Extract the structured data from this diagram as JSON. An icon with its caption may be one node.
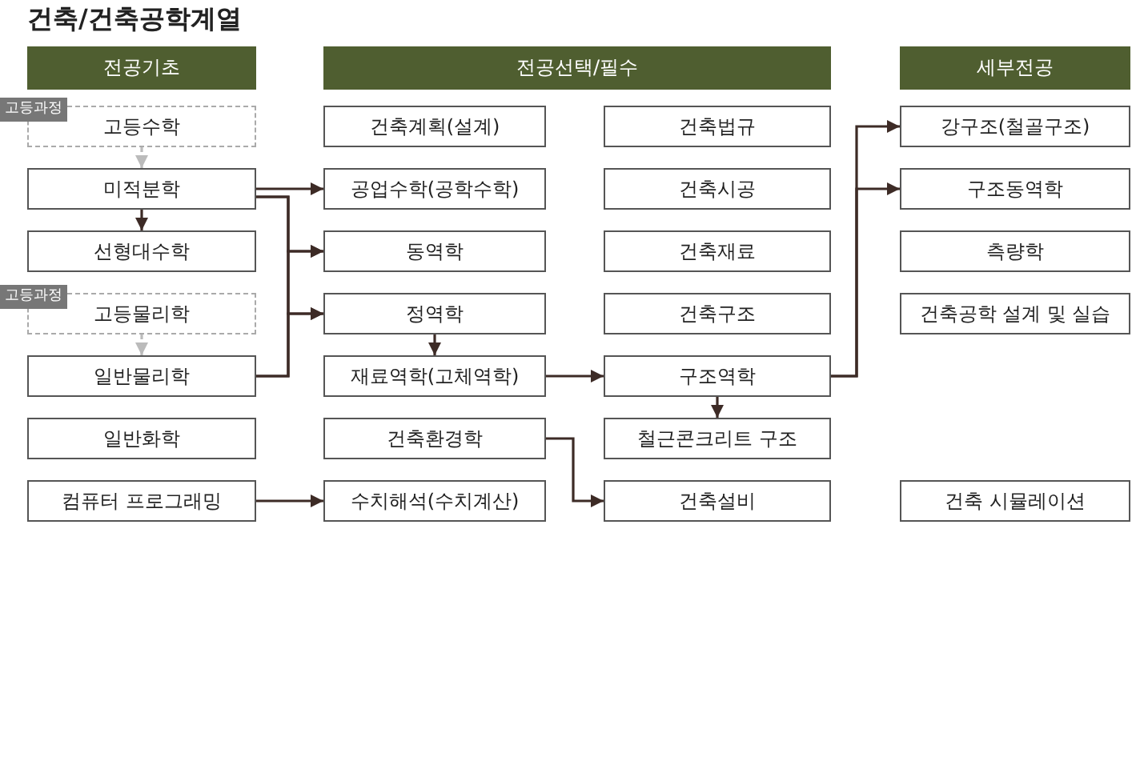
{
  "diagram": {
    "title": "건축/건축공학계열",
    "nodes": [
      {
        "text": [
          "전공기초"
        ]
      },
      {
        "text": [
          "전공선택/필수"
        ]
      },
      {
        "text": [
          "세부전공"
        ]
      },
      {
        "text": [
          "고등수학"
        ]
      },
      {
        "text": [
          "미적분학"
        ]
      },
      {
        "text": [
          "선형대수학"
        ]
      },
      {
        "text": [
          "고등물리학"
        ]
      },
      {
        "text": [
          "일반물리학"
        ]
      },
      {
        "text": [
          "일반화학"
        ]
      },
      {
        "text": [
          "컴퓨터 프로그래밍"
        ]
      },
      {
        "text": [
          "건축계획(설계)"
        ]
      },
      {
        "text": [
          "공업수학(공학수학)"
        ]
      },
      {
        "text": [
          "동역학"
        ]
      },
      {
        "text": [
          "정역학"
        ]
      },
      {
        "text": [
          "재료역학(고체역학)"
        ]
      },
      {
        "text": [
          "건축환경학"
        ]
      },
      {
        "text": [
          "수치해석(수치계산)"
        ]
      },
      {
        "text": [
          "건축법규"
        ]
      },
      {
        "text": [
          "건축시공"
        ]
      },
      {
        "text": [
          "건축재료"
        ]
      },
      {
        "text": [
          "건축구조"
        ]
      },
      {
        "text": [
          "구조역학"
        ]
      },
      {
        "text": [
          "철근콘크리트 구조"
        ]
      },
      {
        "text": [
          "건축설비"
        ]
      },
      {
        "text": [
          "강구조(철골구조)"
        ]
      },
      {
        "text": [
          "구조동역학"
        ]
      },
      {
        "text": [
          "측량학"
        ]
      },
      {
        "text": [
          "건축공학 설계 및 실습"
        ]
      },
      {
        "text": [
          "건축 시뮬레이션"
        ]
      }
    ],
    "edges": [
      {
        "from": 3,
        "to": 4,
        "arrow": "to",
        "style": "dashed",
        "color": "#bbbbbb"
      },
      {
        "from": 6,
        "to": 7,
        "arrow": "to",
        "style": "dashed",
        "color": "#bbbbbb"
      },
      {
        "from": 4,
        "to": 5,
        "arrow": "to"
      },
      {
        "from": 4,
        "to": 11,
        "arrow": "to"
      },
      {
        "from": 4,
        "to": 12,
        "arrow": "to"
      },
      {
        "from": 4,
        "to": 13,
        "arrow": "to"
      },
      {
        "from": 7,
        "to": 12,
        "arrow": "to"
      },
      {
        "from": 7,
        "to": 13,
        "arrow": "to"
      },
      {
        "from": 13,
        "to": 14,
        "arrow": "to"
      },
      {
        "from": 14,
        "to": 21,
        "arrow": "to"
      },
      {
        "from": 21,
        "to": 22,
        "arrow": "to"
      },
      {
        "from": 21,
        "to": 24,
        "arrow": "to"
      },
      {
        "from": 21,
        "to": 25,
        "arrow": "to"
      },
      {
        "from": 15,
        "to": 23,
        "arrow": "to"
      },
      {
        "from": 9,
        "to": 16,
        "arrow": "to"
      }
    ],
    "labels": [
      "고등과정",
      "고등과정"
    ]
  }
}
